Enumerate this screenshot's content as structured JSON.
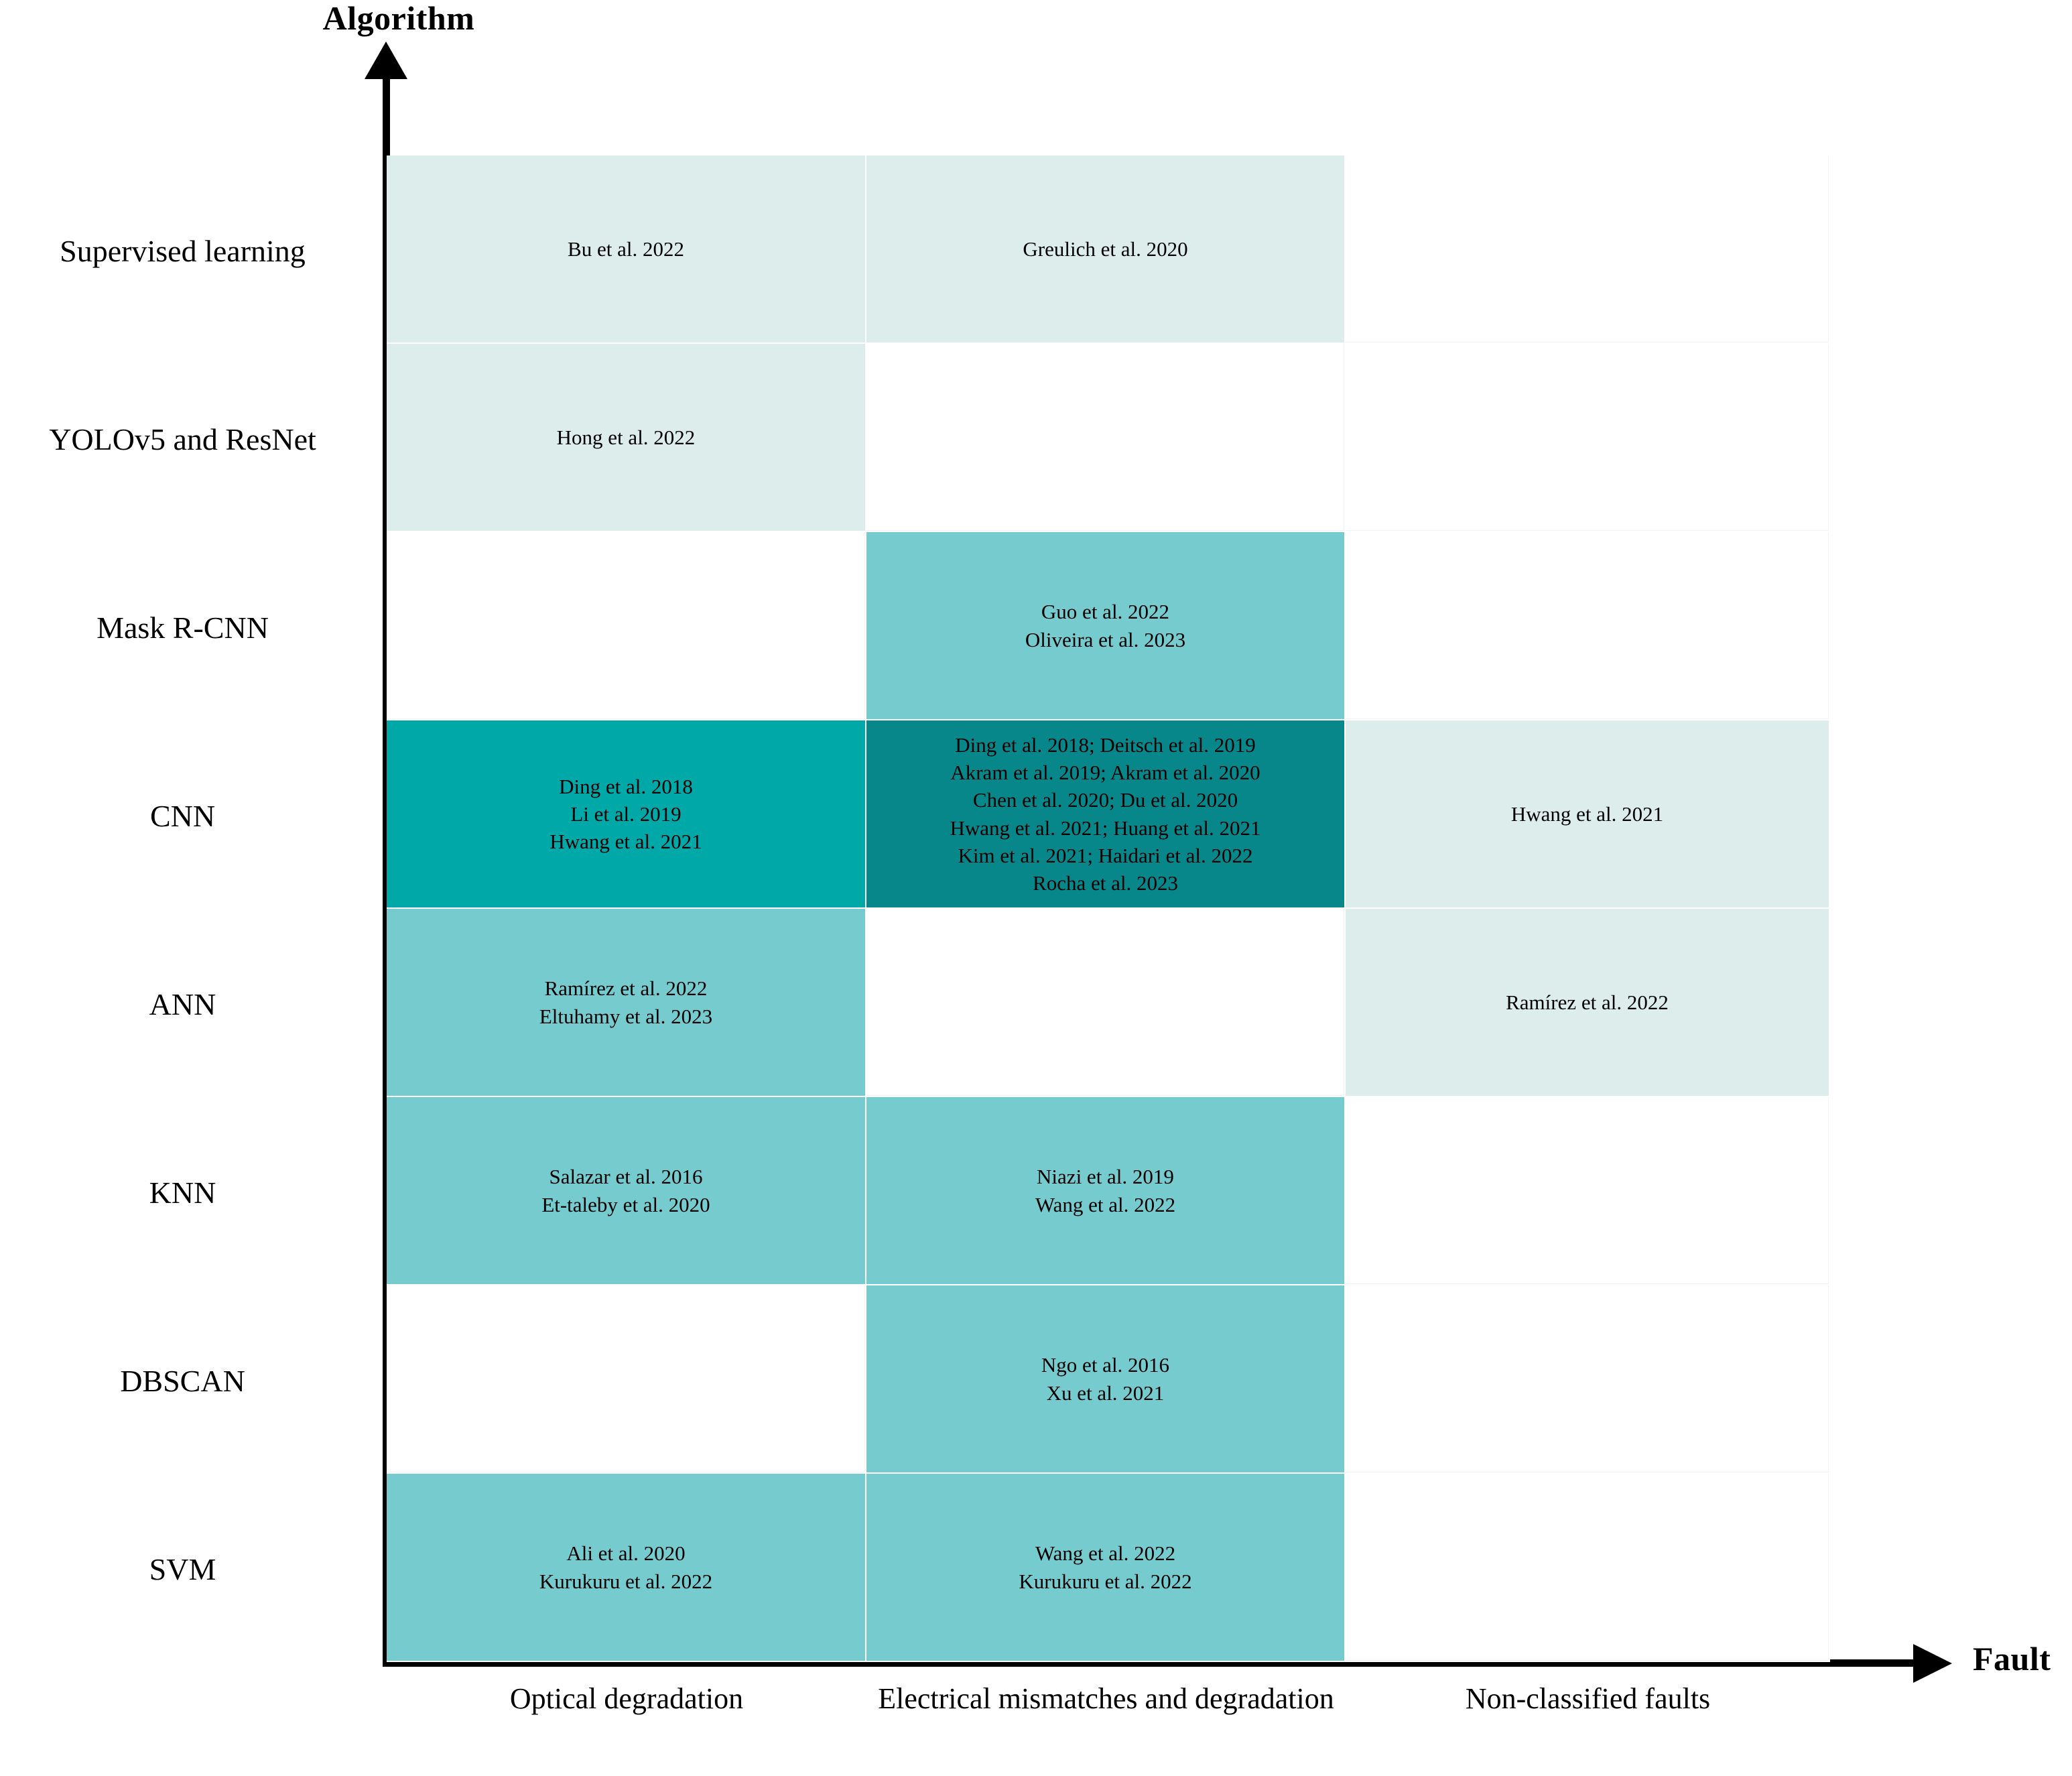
{
  "axes": {
    "y_title": "Algorithm",
    "x_title": "Fault"
  },
  "palette": {
    "none": "#ffffff",
    "light": "#dcedec",
    "medium": "#76cbce",
    "strong": "#00a8a8",
    "darkest": "#07878a",
    "gridline": "#ffffff",
    "axis": "#000000"
  },
  "chart_data": {
    "type": "heatmap",
    "title": "",
    "xlabel": "Fault",
    "ylabel": "Algorithm",
    "grid": true,
    "legend": "none",
    "x_categories": [
      "Optical degradation",
      "Electrical mismatches and degradation",
      "Non-classified faults"
    ],
    "y_categories": [
      "Supervised learning",
      "YOLOv5 and ResNet",
      "Mask R-CNN",
      "CNN",
      "ANN",
      "KNN",
      "DBSCAN",
      "SVM"
    ],
    "value_scale": {
      "0": "no studies (white)",
      "1": "1 study (light)",
      "2": "2 studies (medium)",
      "3": "3 studies (strong teal)",
      "4": "11 studies (darkest teal)"
    },
    "values": [
      [
        1,
        1,
        0
      ],
      [
        1,
        0,
        0
      ],
      [
        0,
        2,
        0
      ],
      [
        3,
        4,
        1
      ],
      [
        2,
        0,
        1
      ],
      [
        2,
        2,
        0
      ],
      [
        0,
        2,
        0
      ],
      [
        2,
        2,
        0
      ]
    ],
    "cells": [
      [
        "Bu et al. 2022",
        "Greulich et al. 2020",
        ""
      ],
      [
        "Hong et al. 2022",
        "",
        ""
      ],
      [
        "",
        "Guo et al. 2022\nOliveira et al. 2023",
        ""
      ],
      [
        "Ding et al. 2018\nLi et al. 2019\nHwang et al. 2021",
        "Ding et al. 2018; Deitsch et al. 2019\nAkram et al. 2019; Akram et al. 2020\nChen et al. 2020; Du et al. 2020\nHwang et al. 2021; Huang et al. 2021\nKim et al. 2021; Haidari et al. 2022\nRocha et al. 2023",
        "Hwang et al. 2021"
      ],
      [
        "Ramírez et al. 2022\nEltuhamy et al. 2023",
        "",
        "Ramírez et al. 2022"
      ],
      [
        "Salazar et al. 2016\nEt-taleby et al. 2020",
        "Niazi et al. 2019\nWang et al. 2022",
        ""
      ],
      [
        "",
        "Ngo et al. 2016\nXu et al. 2021",
        ""
      ],
      [
        "Ali et al. 2020\nKurukuru et al. 2022",
        "Wang et al. 2022\nKurukuru et al. 2022",
        ""
      ]
    ]
  }
}
